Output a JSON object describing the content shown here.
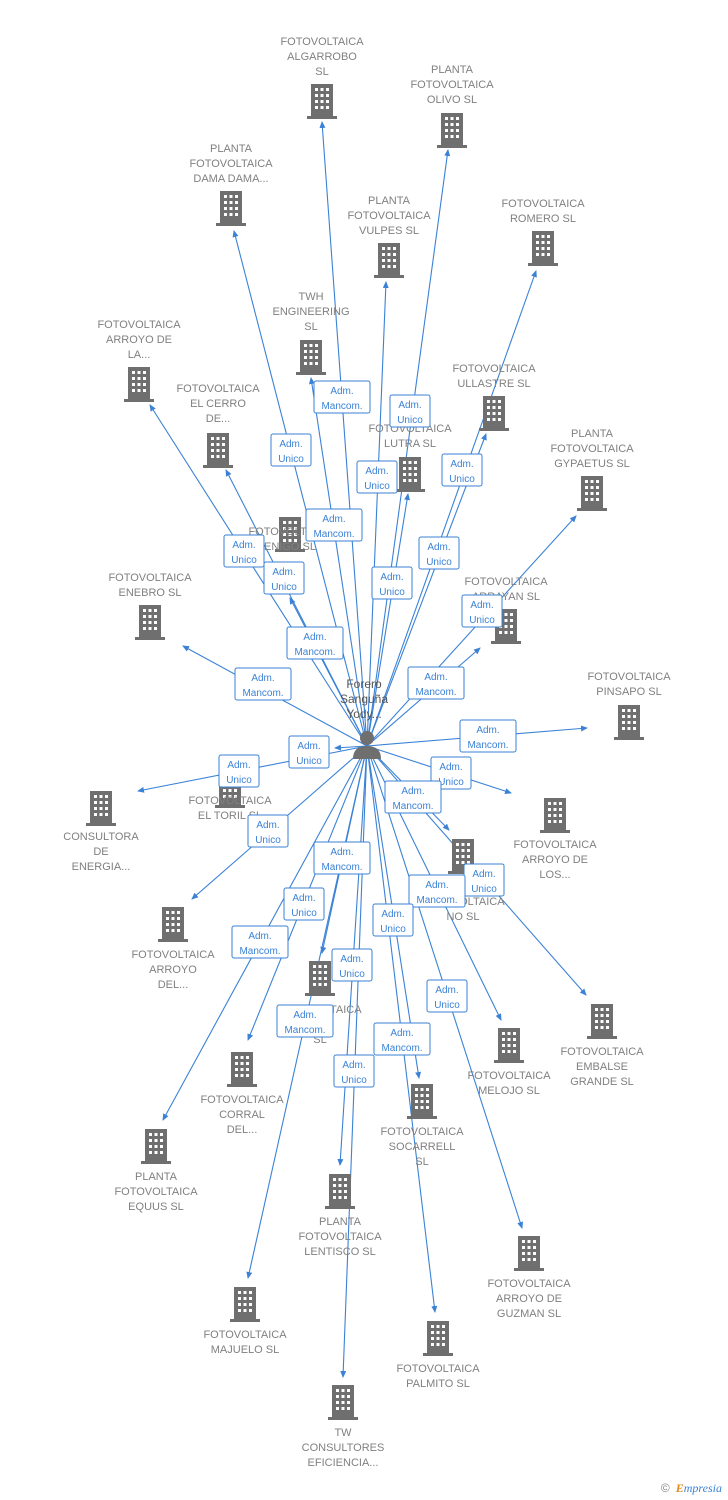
{
  "center": {
    "label": [
      "Forero",
      "Sanguña",
      "Yody..."
    ],
    "icon": "person-icon"
  },
  "colors": {
    "edge": "#3b82d6",
    "building": "#6f6f6f",
    "label": "#808080"
  },
  "companies": [
    {
      "id": "algarrobo",
      "label": [
        "FOTOVOLTAICA",
        "ALGARROBO",
        "SL"
      ],
      "icon": "building-icon"
    },
    {
      "id": "olivo",
      "label": [
        "PLANTA",
        "FOTOVOLTAICA",
        "OLIVO  SL"
      ],
      "icon": "building-icon"
    },
    {
      "id": "dama",
      "label": [
        "PLANTA",
        "FOTOVOLTAICA",
        "DAMA DAMA..."
      ],
      "icon": "building-icon"
    },
    {
      "id": "vulpes",
      "label": [
        "PLANTA",
        "FOTOVOLTAICA",
        "VULPES  SL"
      ],
      "icon": "building-icon"
    },
    {
      "id": "romero",
      "label": [
        "FOTOVOLTAICA",
        "ROMERO  SL"
      ],
      "icon": "building-icon"
    },
    {
      "id": "twh",
      "label": [
        "TWH",
        "ENGINEERING",
        "SL"
      ],
      "icon": "building-icon"
    },
    {
      "id": "arroyola",
      "label": [
        "FOTOVOLTAICA",
        "ARROYO DE",
        "LA..."
      ],
      "icon": "building-icon"
    },
    {
      "id": "elcerro",
      "label": [
        "FOTOVOLTAICA",
        "EL CERRO",
        "DE..."
      ],
      "icon": "building-icon"
    },
    {
      "id": "ullastre",
      "label": [
        "FOTOVOLTAICA",
        "ULLASTRE  SL"
      ],
      "icon": "building-icon"
    },
    {
      "id": "lutra",
      "label": [
        "FOTOVOLTAICA",
        "LUTRA  SL"
      ],
      "icon": "building-icon"
    },
    {
      "id": "gypaetus",
      "label": [
        "PLANTA",
        "FOTOVOLTAICA",
        "GYPAETUS  SL"
      ],
      "icon": "building-icon"
    },
    {
      "id": "enigo",
      "label": [
        "FOTOVOLTAICA",
        "ENIGO  SL"
      ],
      "icon": "building-icon"
    },
    {
      "id": "enebro",
      "label": [
        "FOTOVOLTAICA",
        "ENEBRO  SL"
      ],
      "icon": "building-icon"
    },
    {
      "id": "arrayan",
      "label": [
        "FOTOVOLTAICA",
        "ARRAYAN  SL"
      ],
      "icon": "building-icon"
    },
    {
      "id": "pinsapo",
      "label": [
        "FOTOVOLTAICA",
        "PINSAPO  SL"
      ],
      "icon": "building-icon"
    },
    {
      "id": "toril",
      "label": [
        "FOTOVOLTAICA",
        "EL TORIL  SL"
      ],
      "icon": "building-icon"
    },
    {
      "id": "consultora",
      "label": [
        "CONSULTORA",
        "DE",
        "ENERGIA..."
      ],
      "icon": "building-icon"
    },
    {
      "id": "arroyolos",
      "label": [
        "FOTOVOLTAICA",
        "ARROYO DE",
        "LOS..."
      ],
      "icon": "building-icon"
    },
    {
      "id": "no",
      "label": [
        "FOTOVOLTAICA",
        "NO  SL"
      ],
      "icon": "building-icon"
    },
    {
      "id": "arroyodel",
      "label": [
        "FOTOVOLTAICA",
        "ARROYO",
        "DEL..."
      ],
      "icon": "building-icon"
    },
    {
      "id": "que",
      "label": [
        "FOTOVOLTAICA",
        "QUE",
        "SL"
      ],
      "icon": "building-icon"
    },
    {
      "id": "embalse",
      "label": [
        "FOTOVOLTAICA",
        "EMBALSE",
        "GRANDE  SL"
      ],
      "icon": "building-icon"
    },
    {
      "id": "melojo",
      "label": [
        "FOTOVOLTAICA",
        "MELOJO  SL"
      ],
      "icon": "building-icon"
    },
    {
      "id": "corral",
      "label": [
        "FOTOVOLTAICA",
        "CORRAL",
        "DEL..."
      ],
      "icon": "building-icon"
    },
    {
      "id": "socarrell",
      "label": [
        "FOTOVOLTAICA",
        "SOCARRELL",
        "SL"
      ],
      "icon": "building-icon"
    },
    {
      "id": "equus",
      "label": [
        "PLANTA",
        "FOTOVOLTAICA",
        "EQUUS  SL"
      ],
      "icon": "building-icon"
    },
    {
      "id": "lentisco",
      "label": [
        "PLANTA",
        "FOTOVOLTAICA",
        "LENTISCO  SL"
      ],
      "icon": "building-icon"
    },
    {
      "id": "guzman",
      "label": [
        "FOTOVOLTAICA",
        "ARROYO DE",
        "GUZMAN  SL"
      ],
      "icon": "building-icon"
    },
    {
      "id": "majuelo",
      "label": [
        "FOTOVOLTAICA",
        "MAJUELO  SL"
      ],
      "icon": "building-icon"
    },
    {
      "id": "palmito",
      "label": [
        "FOTOVOLTAICA",
        "PALMITO  SL"
      ],
      "icon": "building-icon"
    },
    {
      "id": "tw",
      "label": [
        "TW",
        "CONSULTORES",
        "EFICIENCIA..."
      ],
      "icon": "building-icon"
    }
  ],
  "relations": [
    {
      "target": "algarrobo",
      "role": [
        "Adm.",
        "Mancom."
      ]
    },
    {
      "target": "olivo",
      "role": [
        "Adm.",
        "Unico"
      ]
    },
    {
      "target": "dama",
      "role": [
        "Adm.",
        "Unico"
      ]
    },
    {
      "target": "vulpes",
      "role": [
        "Adm.",
        "Unico"
      ]
    },
    {
      "target": "romero",
      "role": [
        "Adm.",
        "Unico"
      ]
    },
    {
      "target": "twh",
      "role": [
        "Adm.",
        "Mancom."
      ]
    },
    {
      "target": "arroyola",
      "role": [
        "Adm.",
        "Unico"
      ]
    },
    {
      "target": "elcerro",
      "role": [
        "Adm.",
        "Unico"
      ]
    },
    {
      "target": "ullastre",
      "role": [
        "Adm.",
        "Unico"
      ]
    },
    {
      "target": "lutra",
      "role": [
        "Adm.",
        "Unico"
      ]
    },
    {
      "target": "gypaetus",
      "role": [
        "Adm.",
        "Unico"
      ]
    },
    {
      "target": "enigo",
      "role": [
        "Adm.",
        "Mancom."
      ]
    },
    {
      "target": "enebro",
      "role": [
        "Adm.",
        "Mancom."
      ]
    },
    {
      "target": "arrayan",
      "role": [
        "Adm.",
        "Mancom."
      ]
    },
    {
      "target": "pinsapo",
      "role": [
        "Adm.",
        "Mancom."
      ]
    },
    {
      "target": "toril",
      "role": [
        "Adm.",
        "Unico"
      ]
    },
    {
      "target": "consultora",
      "role": [
        "Adm.",
        "Unico"
      ]
    },
    {
      "target": "arroyolos",
      "role": [
        "Adm.",
        "Unico"
      ]
    },
    {
      "target": "no",
      "role": [
        "Adm.",
        "Mancom."
      ]
    },
    {
      "target": "arroyodel",
      "role": [
        "Adm.",
        "Unico"
      ]
    },
    {
      "target": "que",
      "role": [
        "Adm.",
        "Mancom."
      ]
    },
    {
      "target": "embalse",
      "role": [
        "Adm.",
        "Unico"
      ]
    },
    {
      "target": "melojo",
      "role": [
        "Adm.",
        "Mancom."
      ]
    },
    {
      "target": "corral",
      "role": [
        "Adm.",
        "Unico"
      ]
    },
    {
      "target": "socarrell",
      "role": [
        "Adm.",
        "Unico"
      ]
    },
    {
      "target": "equus",
      "role": [
        "Adm.",
        "Mancom."
      ]
    },
    {
      "target": "lentisco",
      "role": [
        "Adm.",
        "Unico"
      ]
    },
    {
      "target": "guzman",
      "role": [
        "Adm.",
        "Unico"
      ]
    },
    {
      "target": "majuelo",
      "role": [
        "Adm.",
        "Mancom."
      ]
    },
    {
      "target": "palmito",
      "role": [
        "Adm.",
        "Mancom."
      ]
    },
    {
      "target": "tw",
      "role": [
        "Adm.",
        "Unico"
      ]
    }
  ],
  "footer": {
    "copyright": "©",
    "brand_first": "E",
    "brand_rest": "mpresia"
  }
}
